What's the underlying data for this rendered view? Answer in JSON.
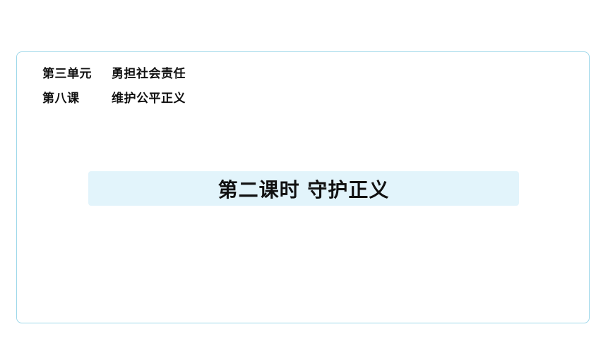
{
  "header": {
    "unit_label": "第三单元",
    "unit_topic": "勇担社会责任",
    "lesson_label": "第八课",
    "lesson_topic": "维护公平正义"
  },
  "main": {
    "title": "第二课时 守护正义"
  },
  "colors": {
    "frame_border": "#9fd8ea",
    "title_band": "#e2f4fb",
    "text": "#111111"
  }
}
